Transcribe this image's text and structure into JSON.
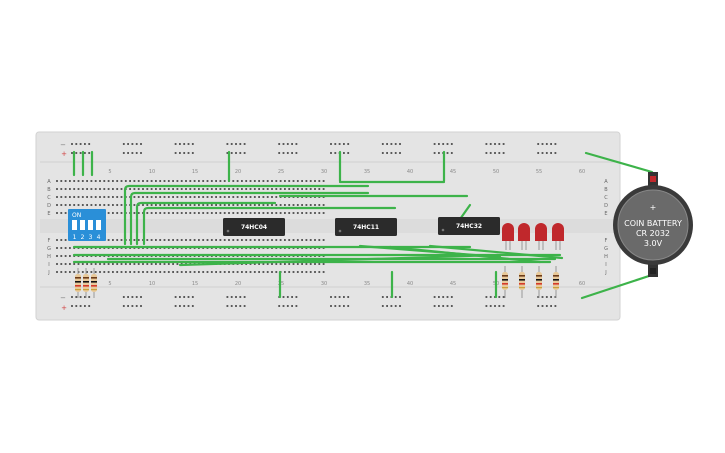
{
  "breadboard": {
    "column_numbers": [
      "5",
      "10",
      "15",
      "20",
      "25",
      "30",
      "35",
      "40",
      "45",
      "50",
      "55",
      "60"
    ],
    "row_letters_top": [
      "A",
      "B",
      "C",
      "D",
      "E"
    ],
    "row_letters_bottom": [
      "F",
      "G",
      "H",
      "I",
      "J"
    ],
    "rail_minus": "−",
    "rail_plus": "+"
  },
  "chips": [
    {
      "label": "74HC04"
    },
    {
      "label": "74HC11"
    },
    {
      "label": "74HC32"
    }
  ],
  "dip_switch": {
    "on_label": "ON",
    "numbers": [
      "1",
      "2",
      "3",
      "4"
    ]
  },
  "battery": {
    "plus_sign": "+",
    "line1": "COIN BATTERY",
    "line2": "CR 2032",
    "line3": "3.0V"
  },
  "colors": {
    "board": "#e4e4e4",
    "wire": "#3db34a",
    "chip": "#2b2b2b",
    "dip": "#2a8fd8",
    "led": "#c0282c",
    "resistor": "#e8c99a",
    "battery": "#5a5a5a"
  }
}
